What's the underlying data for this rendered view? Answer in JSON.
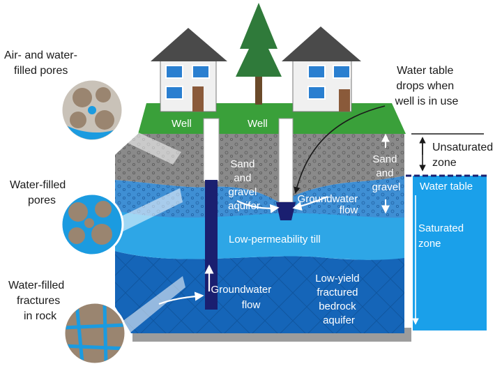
{
  "labels": {
    "air_water_pores": [
      "Air- and water-",
      "filled pores"
    ],
    "water_filled_pores": [
      "Water-filled",
      "pores"
    ],
    "water_filled_fractures": [
      "Water-filled",
      "fractures",
      "in rock"
    ],
    "well_left": "Well",
    "well_right": "Well",
    "water_table_drops": [
      "Water table",
      "drops when",
      "well is in use"
    ],
    "sand_gravel_aquifer": [
      "Sand",
      "and",
      "gravel",
      "aquifer"
    ],
    "sand_and_gravel": [
      "Sand",
      "and",
      "gravel"
    ],
    "groundwater_flow_top": [
      "Groundwater",
      "flow"
    ],
    "low_permeability_till": "Low-permeability till",
    "groundwater_flow_bottom": [
      "Groundwater",
      "flow"
    ],
    "bedrock_aquifer": [
      "Low-yield",
      "fractured",
      "bedrock",
      "aquifer"
    ],
    "unsaturated_zone": [
      "Unsaturated",
      "zone"
    ],
    "water_table": "Water table",
    "saturated_zone": [
      "Saturated",
      "zone"
    ]
  },
  "colors": {
    "grass": "#3aa03a",
    "gravel": "#8a8a8a",
    "aquifer": "#3f8fd4",
    "till": "#2ea6e6",
    "bedrock": "#1565b8",
    "well_water": "#1a1f70",
    "pore_grain": "#9a8570",
    "pore_water": "#1b9be0",
    "saturated_zone": "#1aa0ea"
  }
}
